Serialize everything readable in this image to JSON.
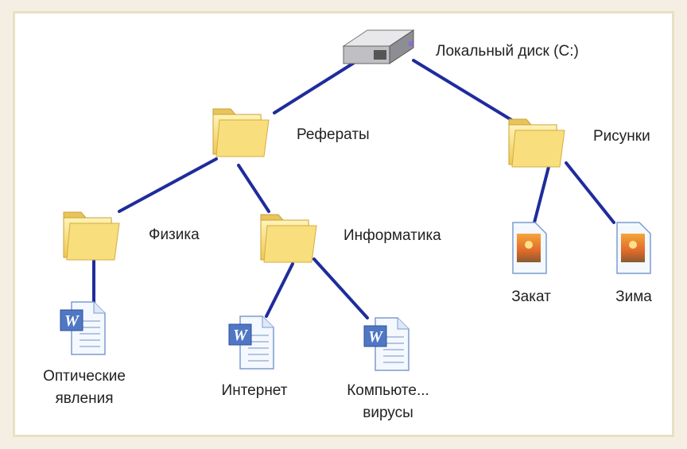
{
  "diagram": {
    "root": {
      "label": "Локальный диск (C:)",
      "icon": "hard-drive-icon"
    },
    "folders": {
      "referaty": "Рефераты",
      "risunki": "Рисунки",
      "fizika": "Физика",
      "informatika": "Информатика"
    },
    "files": {
      "optics_line1": "Оптические",
      "optics_line2": "явления",
      "internet": "Интернет",
      "viruses_line1": "Компьюте...",
      "viruses_line2": "вирусы",
      "zakat": "Закат",
      "zima": "Зима"
    },
    "colors": {
      "connector": "#1f2c9c",
      "folder": "#f6d66a",
      "frame": "#e9dfc4"
    }
  }
}
